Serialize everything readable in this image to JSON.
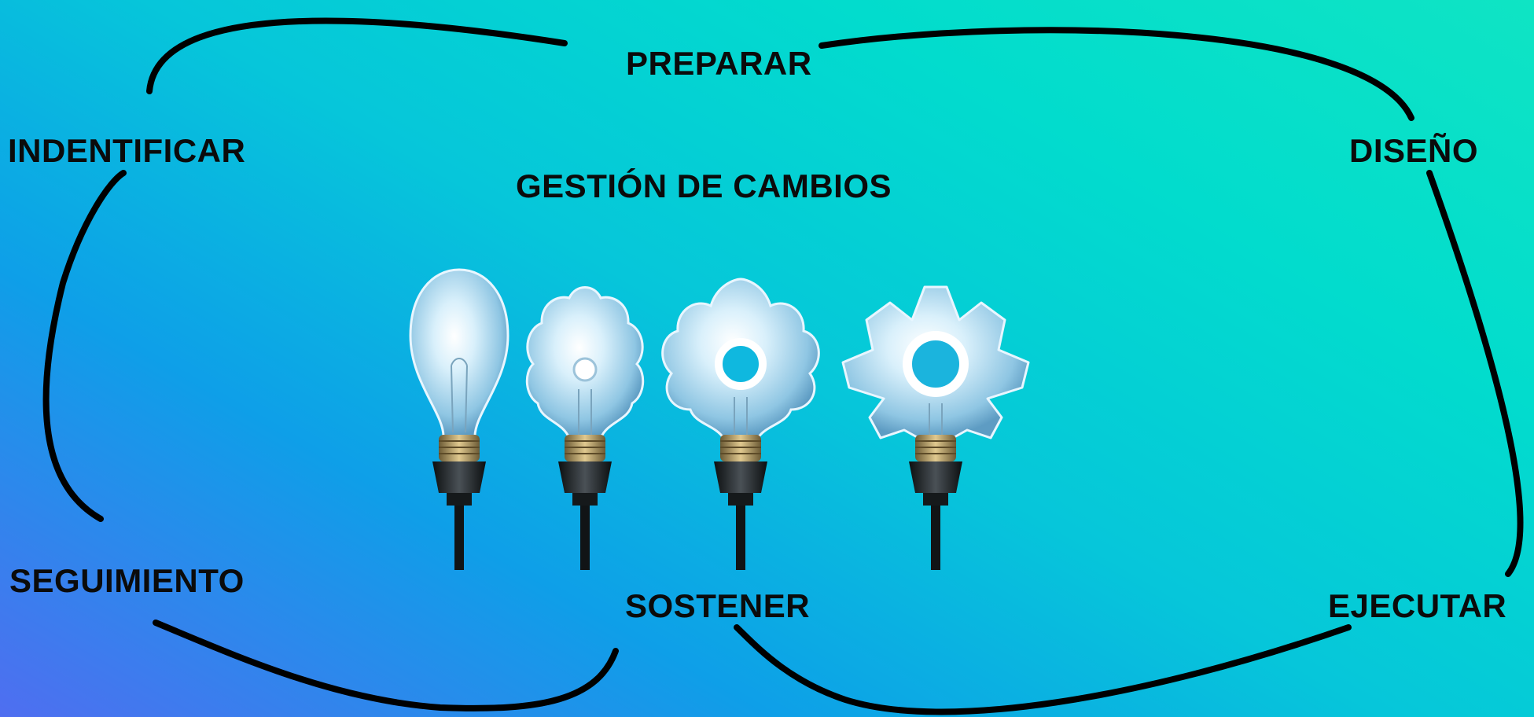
{
  "labels": {
    "preparar": "PREPARAR",
    "identificar": "INDENTIFICAR",
    "disenio": "DISEÑO",
    "title": "GESTIÓN DE CAMBIOS",
    "seguimiento": "SEGUIMIENTO",
    "sostener": "SOSTENER",
    "ejecutar": "EJECUTAR"
  },
  "illustration": {
    "icons": [
      "lightbulb-icon",
      "flower-bulb-icon",
      "small-gear-bulb-icon",
      "gear-bulb-icon"
    ]
  },
  "colors": {
    "text": "#0b0b0b",
    "line": "#000000",
    "gradient_start": "#4f6ef0",
    "gradient_end": "#0fe4c4",
    "bulb_glass": "#bfe4f4",
    "bulb_coil": "#b59a62",
    "bulb_base": "#1b1f22"
  }
}
